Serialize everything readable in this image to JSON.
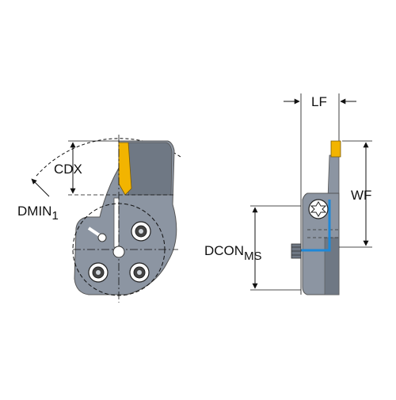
{
  "labels": {
    "cdx": "CDX",
    "dmin_main": "DMIN",
    "dmin_sub": "1",
    "lf": "LF",
    "wf": "WF",
    "dcon_main": "DCON",
    "dcon_sub": "MS"
  },
  "colors": {
    "body": "#8c95a2",
    "body_dark": "#6f7884",
    "insert": "#f2b400",
    "insert_dark": "#b98600",
    "screw": "#1e88d8",
    "line": "#111111"
  }
}
